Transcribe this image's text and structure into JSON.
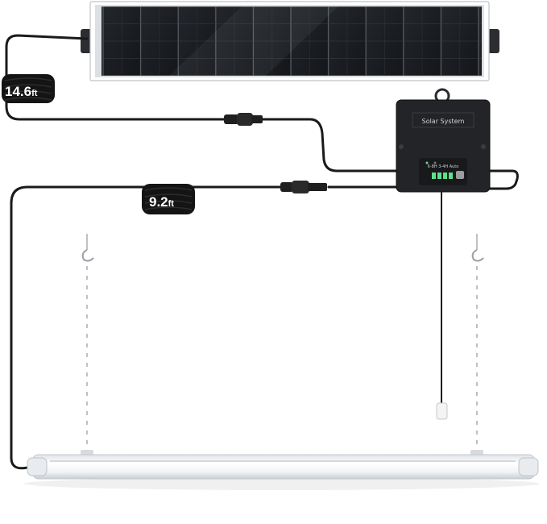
{
  "labels": {
    "cable_1_length": "14.6",
    "cable_1_unit": "ft",
    "cable_2_length": "9.2",
    "cable_2_unit": "ft",
    "controller_name": "Solar System",
    "controller_modes": "6-8H 3-4H Auto"
  },
  "colors": {
    "panel_cell": "#1c1f24",
    "panel_frame": "#d9dcdf",
    "cable": "#1a1a1a",
    "controller": "#232427",
    "indicator_led": "#5ee08a",
    "light_tube": "#f1f3f5"
  }
}
